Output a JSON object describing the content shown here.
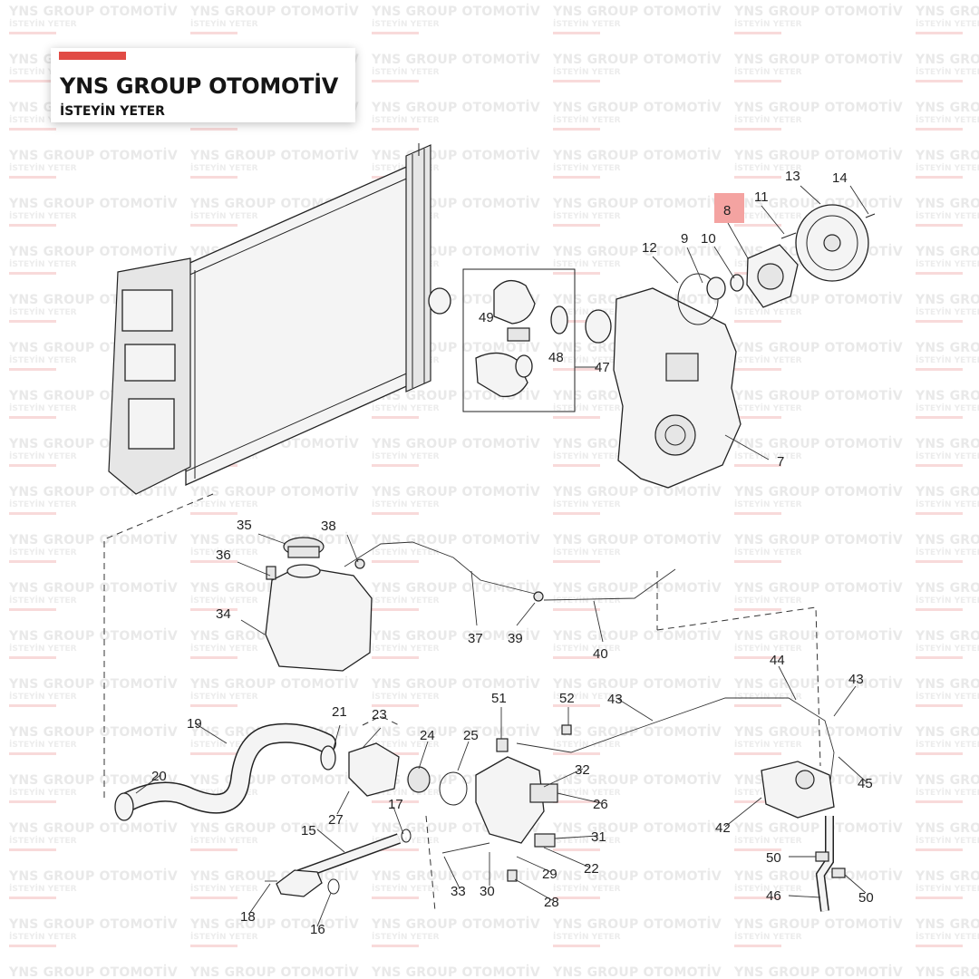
{
  "brand": {
    "name": "YNS GROUP OTOMOTİV",
    "tagline": "İSTEYİN YETER",
    "accent_color": "#e14b45"
  },
  "watermark": {
    "title": "YNS GROUP OTOMOTİV",
    "subtitle": "İSTEYİN YETER"
  },
  "diagram": {
    "highlight_color": "#f4a3a1",
    "highlighted_part": "8",
    "callouts": [
      "7",
      "8",
      "9",
      "10",
      "11",
      "12",
      "13",
      "14",
      "15",
      "16",
      "17",
      "18",
      "19",
      "20",
      "21",
      "22",
      "23",
      "24",
      "25",
      "26",
      "27",
      "28",
      "29",
      "30",
      "31",
      "32",
      "33",
      "34",
      "35",
      "36",
      "37",
      "38",
      "39",
      "40",
      "42",
      "43",
      "44",
      "45",
      "46",
      "47",
      "48",
      "49",
      "50",
      "51",
      "52"
    ]
  }
}
